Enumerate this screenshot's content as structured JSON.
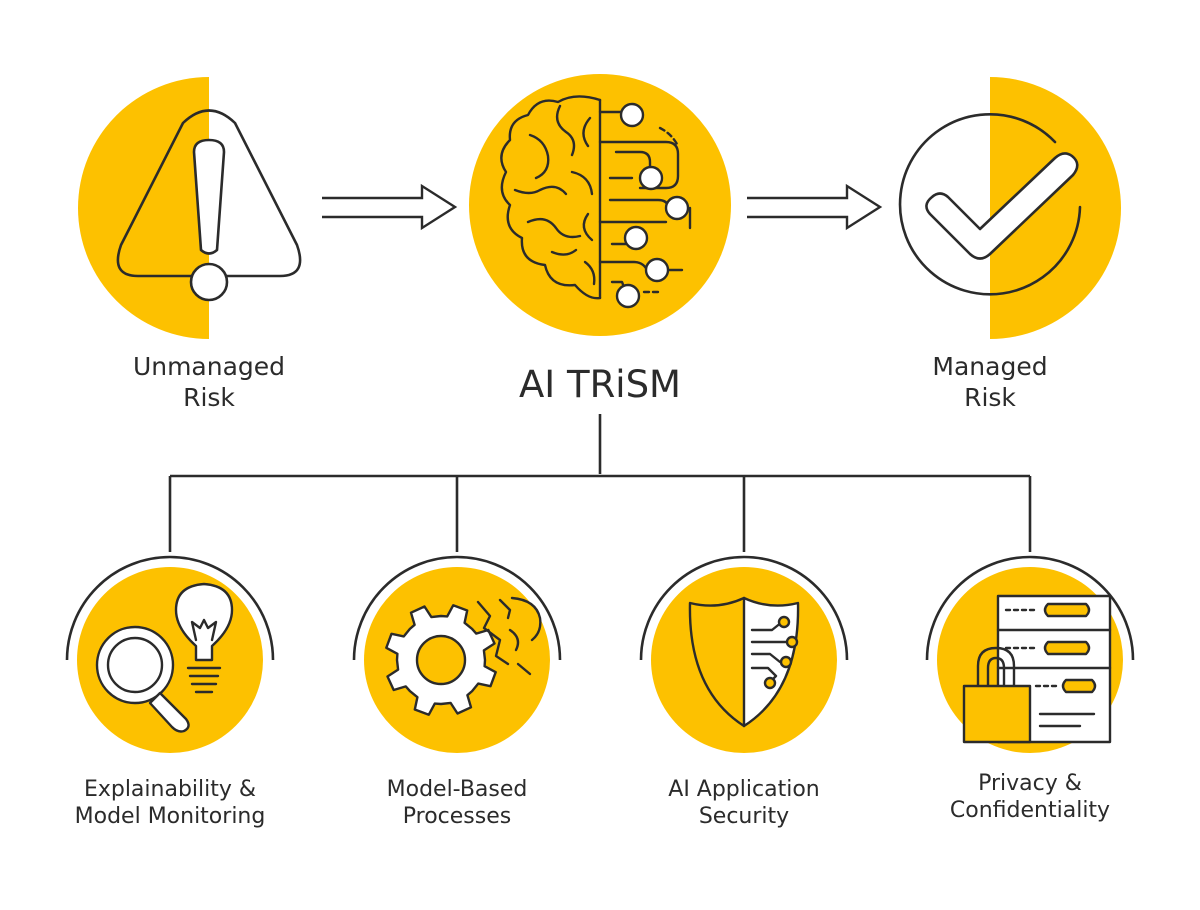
{
  "colors": {
    "accent": "#FDC100",
    "stroke": "#2b2b2b",
    "background": "#ffffff"
  },
  "top": {
    "left": {
      "icon": "warning-triangle-icon",
      "line1": "Unmanaged",
      "line2": "Risk"
    },
    "center": {
      "icon": "brain-circuit-icon",
      "title": "AI TRiSM"
    },
    "right": {
      "icon": "checkmark-circle-icon",
      "line1": "Managed",
      "line2": "Risk"
    }
  },
  "pillars": [
    {
      "icon": "magnifier-lightbulb-icon",
      "line1": "Explainability &",
      "line2": "Model Monitoring"
    },
    {
      "icon": "gear-icon",
      "line1": "Model-Based",
      "line2": "Processes"
    },
    {
      "icon": "shield-circuit-icon",
      "line1": "AI Application",
      "line2": "Security"
    },
    {
      "icon": "server-padlock-icon",
      "line1": "Privacy &",
      "line2": "Confidentiality"
    }
  ]
}
